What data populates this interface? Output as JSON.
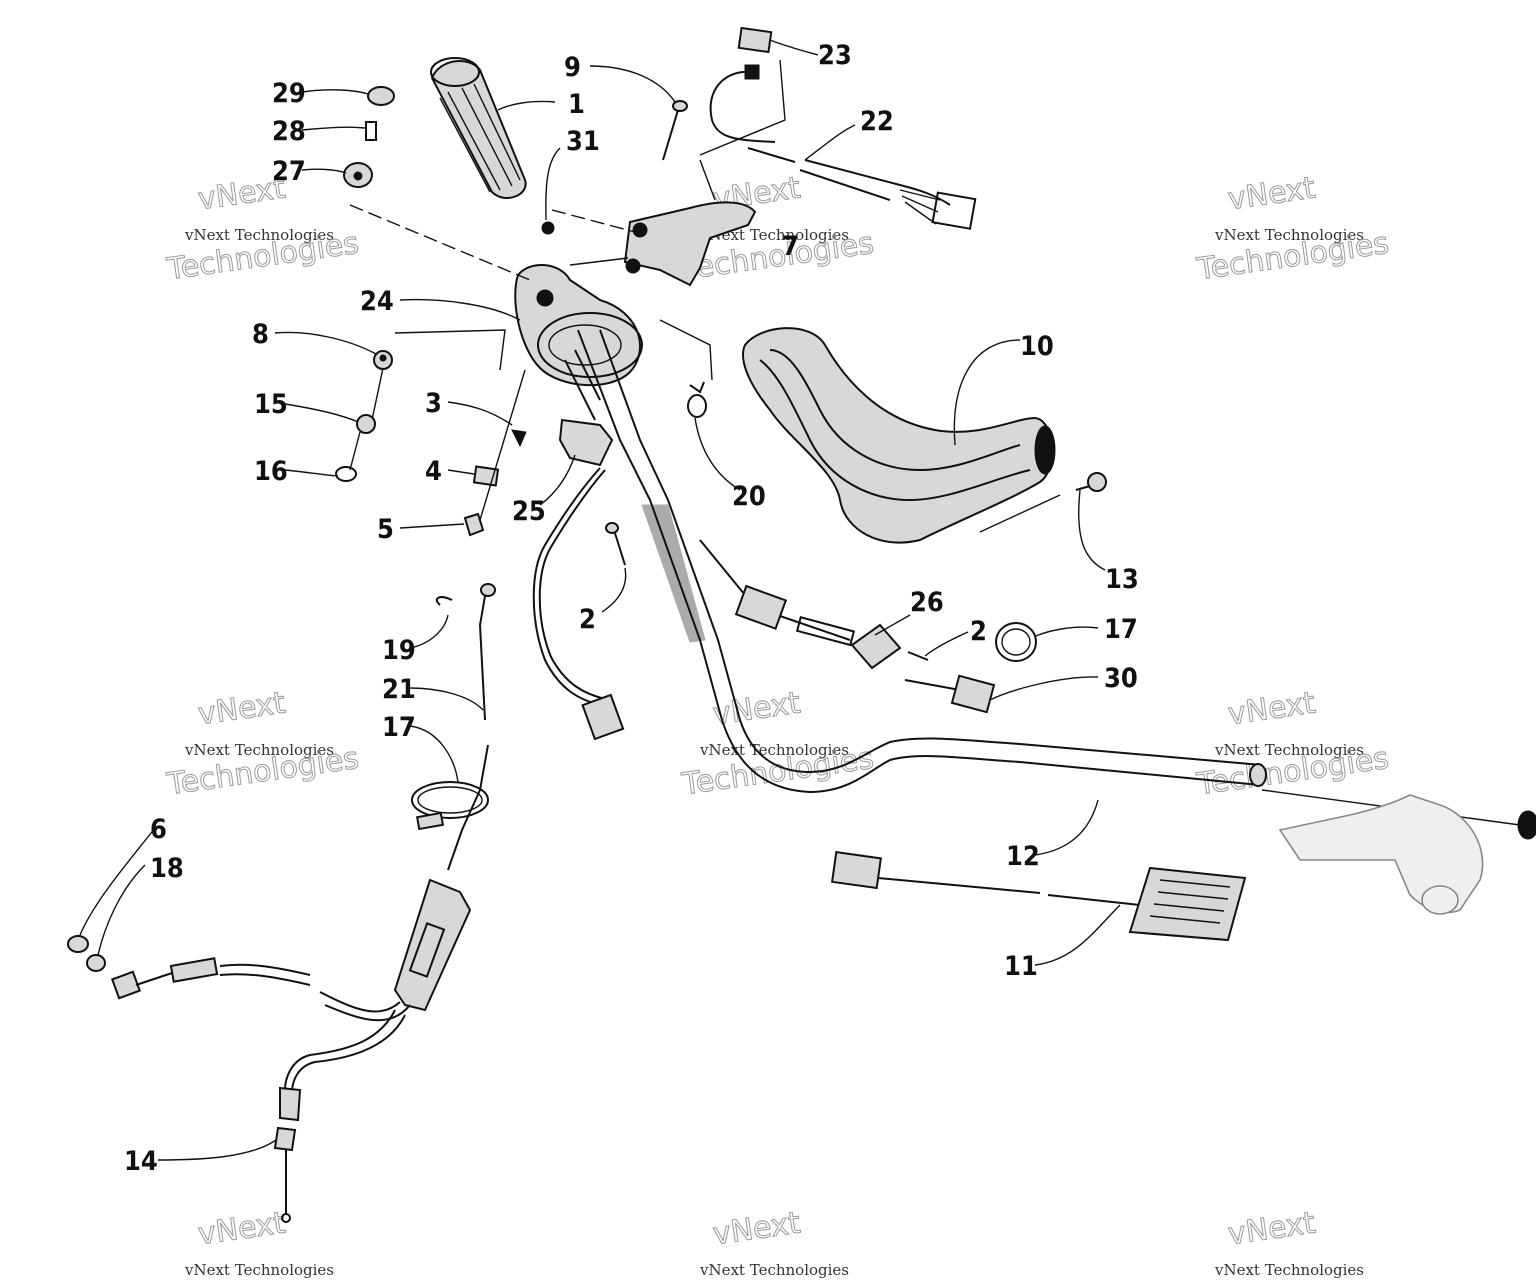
{
  "callouts": [
    {
      "id": "1",
      "text": "1"
    },
    {
      "id": "2a",
      "text": "2"
    },
    {
      "id": "2b",
      "text": "2"
    },
    {
      "id": "3",
      "text": "3"
    },
    {
      "id": "4",
      "text": "4"
    },
    {
      "id": "5",
      "text": "5"
    },
    {
      "id": "6",
      "text": "6"
    },
    {
      "id": "7",
      "text": "7"
    },
    {
      "id": "8",
      "text": "8"
    },
    {
      "id": "9",
      "text": "9"
    },
    {
      "id": "10",
      "text": "10"
    },
    {
      "id": "11",
      "text": "11"
    },
    {
      "id": "12",
      "text": "12"
    },
    {
      "id": "13",
      "text": "13"
    },
    {
      "id": "14",
      "text": "14"
    },
    {
      "id": "15",
      "text": "15"
    },
    {
      "id": "16",
      "text": "16"
    },
    {
      "id": "17a",
      "text": "17"
    },
    {
      "id": "17b",
      "text": "17"
    },
    {
      "id": "18",
      "text": "18"
    },
    {
      "id": "19",
      "text": "19"
    },
    {
      "id": "20",
      "text": "20"
    },
    {
      "id": "21",
      "text": "21"
    },
    {
      "id": "22",
      "text": "22"
    },
    {
      "id": "23",
      "text": "23"
    },
    {
      "id": "24",
      "text": "24"
    },
    {
      "id": "25",
      "text": "25"
    },
    {
      "id": "26",
      "text": "26"
    },
    {
      "id": "27",
      "text": "27"
    },
    {
      "id": "28",
      "text": "28"
    },
    {
      "id": "29",
      "text": "29"
    },
    {
      "id": "30",
      "text": "30"
    },
    {
      "id": "31",
      "text": "31"
    }
  ],
  "watermark": {
    "small": "vNext Technologies",
    "big_line1": "vNext",
    "big_line2": "Technologies"
  }
}
